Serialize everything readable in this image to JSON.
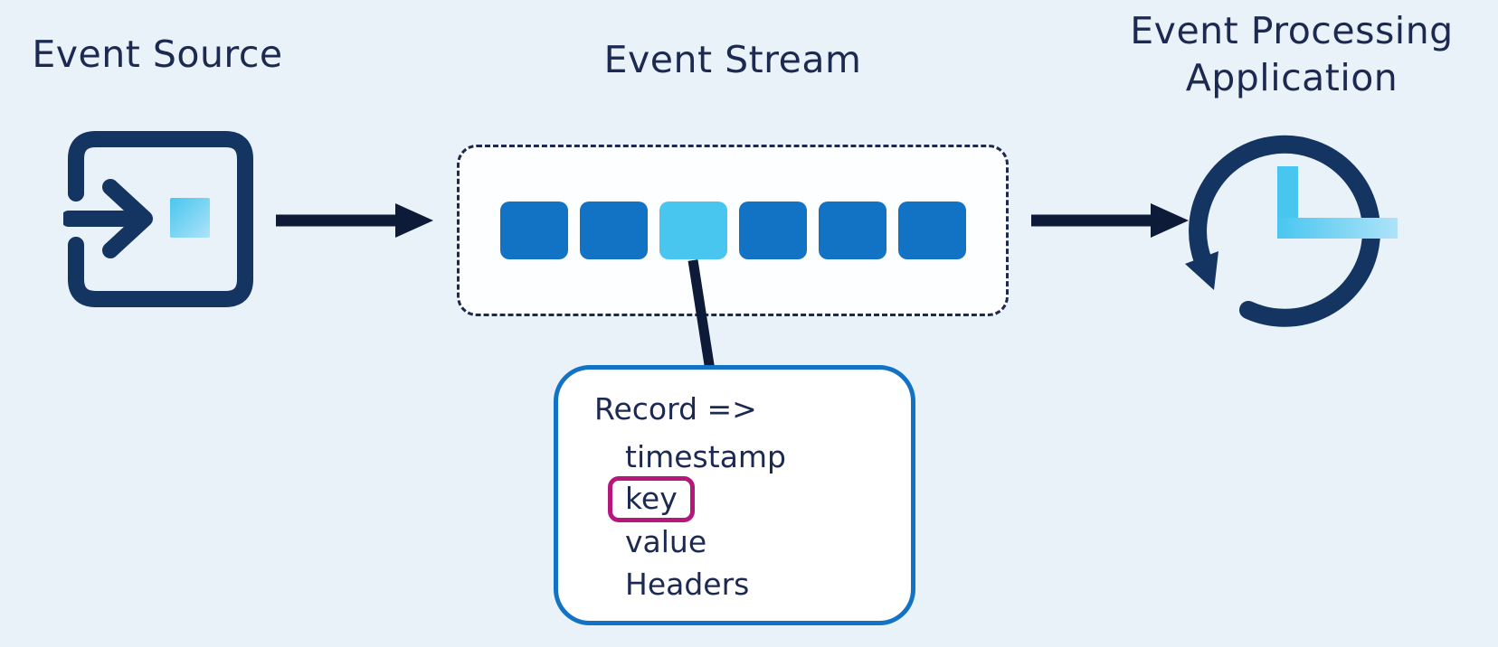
{
  "diagram": {
    "title_event_source": "Event Source",
    "title_event_stream": "Event Stream",
    "title_event_processing_line1": "Event Processing",
    "title_event_processing_line2": "Application"
  },
  "stream": {
    "blocks": [
      "blue",
      "blue",
      "cyan",
      "blue",
      "blue",
      "blue"
    ]
  },
  "callout": {
    "title": "Record =>",
    "fields": [
      {
        "label": "timestamp",
        "highlighted": false
      },
      {
        "label": "key",
        "highlighted": true
      },
      {
        "label": "value",
        "highlighted": false
      },
      {
        "label": "Headers",
        "highlighted": false
      }
    ]
  },
  "icons": {
    "event_source": "import-arrow-icon",
    "event_processing": "history-clock-icon",
    "flow_arrows": "right-arrow-icon"
  },
  "colors": {
    "background": "#e9f2f8",
    "text_navy": "#1c2951",
    "icon_navy": "#143462",
    "arrow_navy": "#0d1a38",
    "block_blue": "#1273c4",
    "block_cyan": "#49c6f0",
    "cyan_light": "#aee3f8",
    "callout_border": "#1273c4",
    "key_highlight": "#b5177c",
    "panel_white": "#ffffff"
  }
}
